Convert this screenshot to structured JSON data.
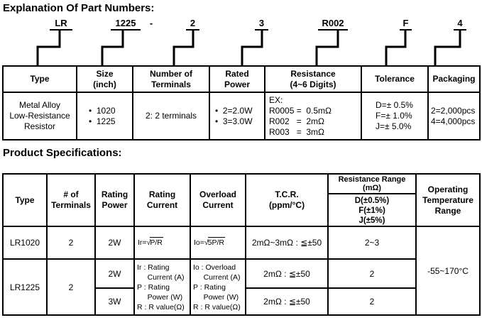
{
  "titles": {
    "part_numbers": "Explanation Of Part Numbers:",
    "product_specs": "Product Specifications:"
  },
  "part_number_code": {
    "type": "LR",
    "size": "1225",
    "dash": "-",
    "terminals": "2",
    "power": "3",
    "resistance": "R002",
    "tolerance": "F",
    "packaging": "4"
  },
  "explanation_table": {
    "headers": {
      "type": "Type",
      "size": "Size\n(inch)",
      "terminals": "Number of\nTerminals",
      "power": "Rated\nPower",
      "resistance": "Resistance\n(4~6 Digits)",
      "tolerance": "Tolerance",
      "packaging": "Packaging"
    },
    "values": {
      "type": "Metal Alloy\nLow-Resistance\nResistor",
      "size": "•  1020\n•  1225",
      "terminals": "2: 2 terminals",
      "power": "•  2=2.0W\n•  3=3.0W",
      "resistance": "EX:\nR0005 =  0.5mΩ\nR002   =  2mΩ\nR003   =  3mΩ",
      "tolerance": "D=± 0.5%\nF=± 1.0%\nJ=± 5.0%",
      "packaging": "2=2,000pcs\n4=4,000pcs"
    }
  },
  "spec_table": {
    "headers": {
      "type": "Type",
      "terminals": "# of\nTerminals",
      "rating_power": "Rating\nPower",
      "rating_current": "Rating\nCurrent",
      "overload_current": "Overload\nCurrent",
      "tcr": "T.C.R.\n(ppm/°C)",
      "resistance_range_title": "Resistance Range\n(mΩ)",
      "resistance_range_tolerances": "D(±0.5%)\nF(±1%)\nJ(±5%)",
      "operating_temp": "Operating\nTemperature\nRange"
    },
    "formulas": {
      "rating_lead": "Ir=√",
      "rating_radicand": "P/R",
      "overload_lead": "Io=√",
      "overload_radicand": "5P/R",
      "rating_legend": "Ir : Rating\n     Current (A)\nP : Rating\n     Power (W)\nR : R value(Ω)",
      "overload_legend": "Io : Overload\n     Current (A)\nP : Rating\n     Power (W)\nR : R value(Ω)"
    },
    "rows": {
      "lr1020": {
        "type": "LR1020",
        "terminals": "2",
        "power": "2W",
        "tcr": "2mΩ~3mΩ : ≦±50",
        "range": "2~3"
      },
      "lr1225": {
        "type": "LR1225",
        "terminals": "2",
        "power_2w": "2W",
        "power_3w": "3W",
        "tcr_2w": "2mΩ : ≦±50",
        "range_2w": "2",
        "tcr_3w": "2mΩ : ≦±50",
        "range_3w": "2"
      },
      "operating_temp": "-55~170°C"
    }
  }
}
